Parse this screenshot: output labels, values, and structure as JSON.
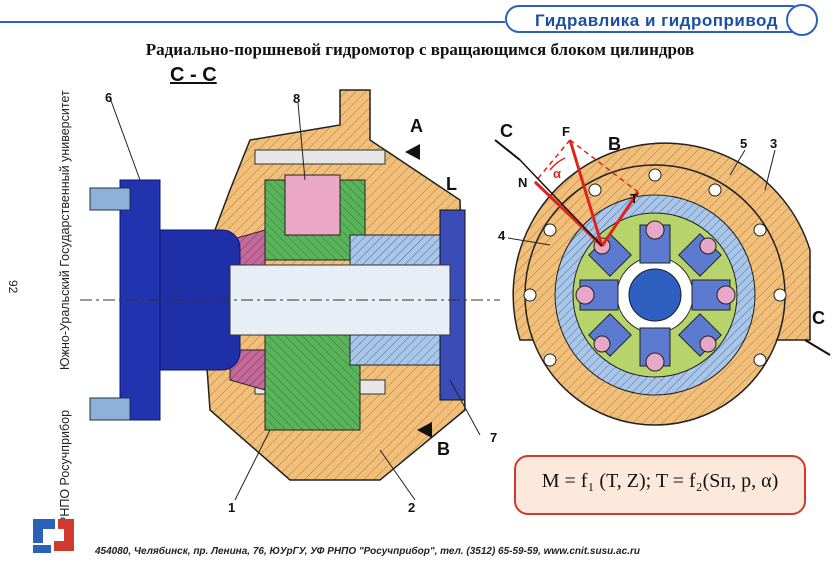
{
  "header": {
    "section_title": "Гидравлика и гидропривод"
  },
  "title": "Радиально-поршневой гидромотор с вращающимся блоком цилиндров",
  "section_label": "С - С",
  "side": {
    "page_number": "92",
    "university": "Южно-Уральский Государственный университет",
    "publisher": "РНПО Росучприбор"
  },
  "callouts": [
    "1",
    "2",
    "3",
    "4",
    "5",
    "6",
    "7",
    "8"
  ],
  "letters": {
    "A": "A",
    "B_port": "B",
    "L": "L",
    "B_view": "B",
    "C_left": "C",
    "C_right": "C"
  },
  "force_labels": {
    "F": "F",
    "N": "N",
    "T": "T",
    "alpha": "α"
  },
  "formula": "M = f₁ (T, Z); T = f₂(Sп, p, α)",
  "footer": "454080, Челябинск, пр. Ленина, 76, ЮУрГУ, УФ РНПО \"Росучприбор\", тел. (3512) 65-59-59, www.cnit.susu.ac.ru",
  "colors": {
    "housing": "#f1bf7a",
    "shaft": "#2233b0",
    "accent": "#2a62b8",
    "hatch": "#b07a3a",
    "green": "#59b35a",
    "pink": "#e292b8",
    "red": "#e0241b"
  }
}
